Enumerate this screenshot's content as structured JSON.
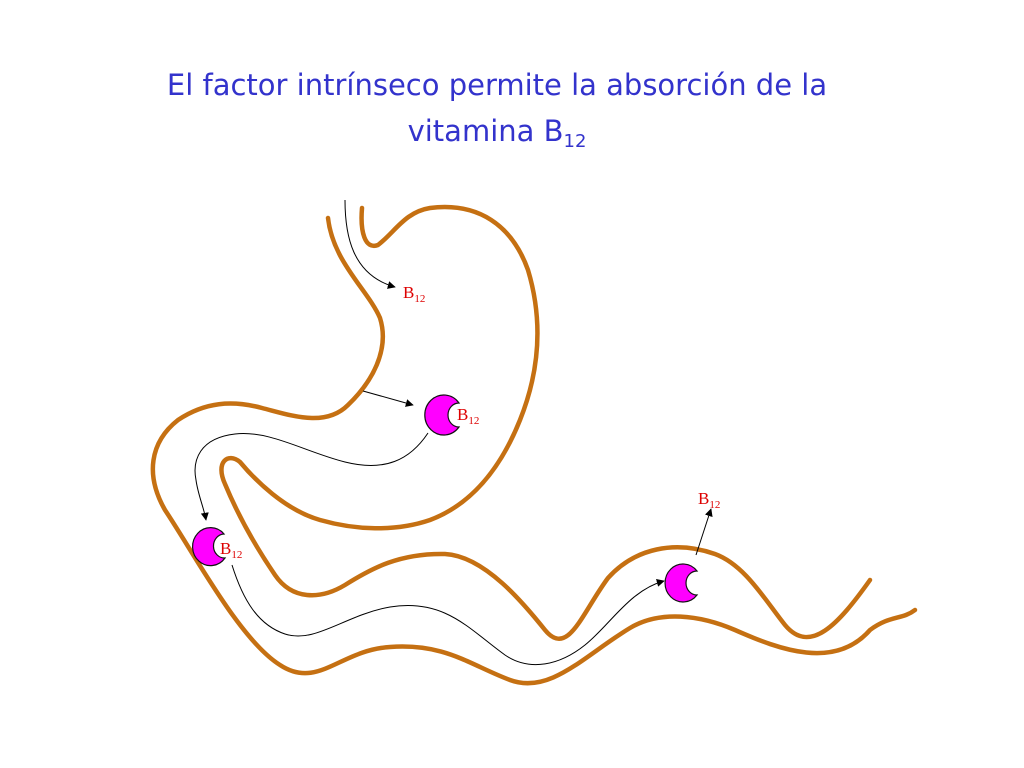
{
  "slide": {
    "title_line1": "El factor intrínseco permite la absorción de la",
    "title_line2": "vitamina B",
    "title_sub": "12"
  },
  "labels": [
    {
      "main": "B",
      "sub": "12"
    },
    {
      "main": "B",
      "sub": "12"
    },
    {
      "main": "B",
      "sub": "12"
    },
    {
      "main": "B",
      "sub": "12"
    }
  ],
  "colors": {
    "title": "#3333cc",
    "gut_outline": "#c57012",
    "intrinsic_factor": "#ff00ff",
    "b12_label": "#dd0000"
  }
}
